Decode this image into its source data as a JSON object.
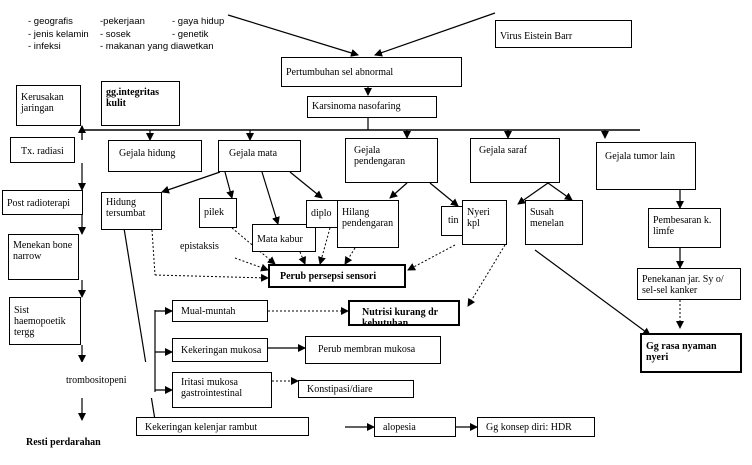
{
  "risk_factors": {
    "col1": [
      "- geografis",
      "- jenis kelamin",
      "- infeksi"
    ],
    "col2": [
      "-pekerjaan",
      "- sosek",
      "- makanan yang diawetkan"
    ],
    "col3": [
      "- gaya hidup",
      "- genetik"
    ]
  },
  "nodes": {
    "virus": "Virus Eistein Barr",
    "pertumbuhan": "Pertumbuhan sel abnormal",
    "karsinoma": "Karsinoma nasofaring",
    "kerusakan": "Kerusakan jaringan",
    "integritas": "gg.integritas kulit",
    "tx_radiasi": "Tx. radiasi",
    "post_radioterapi": "Post radioterapi",
    "menekan": "Menekan bone narrow",
    "sist": "Sist haemopoetik tergg",
    "trombositopeni": "trombositopeni",
    "resti": "Resti perdarahan",
    "gejala_hidung": "Gejala hidung",
    "gejala_mata": "Gejala mata",
    "gejala_pendengaran": "Gejala pendengaran",
    "gejala_saraf": "Gejala saraf",
    "gejala_tumor": "Gejala tumor lain",
    "hidung_tersumbat": "Hidung tersumbat",
    "pilek": "pilek",
    "epistaksis": "epistaksis",
    "mata_kabur": "Mata kabur",
    "diplo": "diplo",
    "hilang_pendengaran": "Hilang pendengaran",
    "tin": "tin",
    "nyeri_kpl": "Nyeri kpl",
    "susah_menelan": "Susah menelan",
    "pembesaran": "Pembesaran k. limfe",
    "penekanan": "Penekanan jar. Sy o/ sel-sel kanker",
    "gg_nyaman": "Gg rasa nyaman nyeri",
    "perub_persepsi": "Perub persepsi sensori",
    "mual": "Mual-muntah",
    "nutrisi": "Nutrisi kurang dr kebutuhan",
    "kekeringan_mukosa": "Kekeringan mukosa",
    "perub_membran": "Perub membran mukosa",
    "iritasi": "Iritasi mukosa gastrointestinal",
    "konstipasi": "Konstipasi/diare",
    "kelenjar": "Kekeringan kelenjar rambut",
    "alopesia": "alopesia",
    "konsep_diri": "Gg konsep diri:  HDR"
  }
}
